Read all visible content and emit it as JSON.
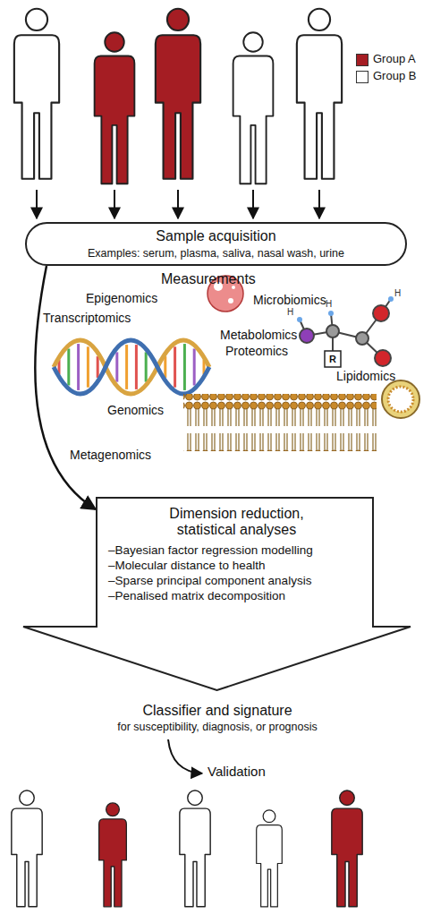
{
  "diagram": {
    "nodes": [
      {
        "text": [
          "Sample acquisition",
          "Examples: serum, plasma, saliva, nasal wash, urine"
        ]
      },
      {
        "text": [
          "Dimension reduction, statistical analyses",
          "–Bayesian factor regression modelling",
          "–Molecular distance to health",
          "–Sparse principal component analysis",
          "–Penalised matrix decomposition"
        ]
      }
    ],
    "edges": [
      {
        "from": 0,
        "to": 1,
        "arrow": "to"
      }
    ],
    "labels": [
      "Measurements",
      "Epigenomics",
      "Transcriptomics",
      "Genomics",
      "Metagenomics",
      "Microbiomics",
      "Metabolomics",
      "Proteomics",
      "Lipidomics",
      "H",
      "H",
      "H",
      "R",
      "Classifier and signature",
      "for susceptibility, diagnosis, or prognosis",
      "Validation"
    ],
    "legend": [
      {
        "text": "Group A",
        "color": "#a51d23"
      },
      {
        "text": "Group B",
        "color": "#ffffff"
      }
    ]
  }
}
